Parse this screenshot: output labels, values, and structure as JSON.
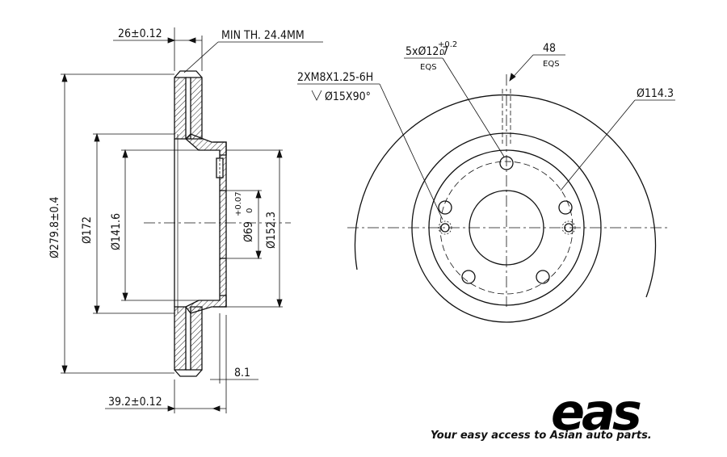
{
  "drawing": {
    "side_view": {
      "thickness_top": "26±0.12",
      "min_thickness": "MIN TH. 24.4MM",
      "outer_diameter": "Ø279.8±0.4",
      "d172": "Ø172",
      "d141": "Ø141.6",
      "bore": "Ø69",
      "bore_tol_upper": "+0.07",
      "bore_tol_lower": "0",
      "hat_dia": "Ø152.3",
      "hat_height": "8.1",
      "overall_height": "39.2±0.12"
    },
    "face_view": {
      "thread": "2XM8X1.25-6H",
      "countersink": "Ø15X90°",
      "holes": "5xØ12.7",
      "holes_tol_upper": "+0.2",
      "holes_tol_lower": "0",
      "holes_eqs": "EQS",
      "angle": "48",
      "angle_eqs": "EQS",
      "pcd": "Ø114.3"
    }
  },
  "brand": {
    "logo_text": "eas",
    "tagline": "Your easy access to Asian auto parts."
  }
}
